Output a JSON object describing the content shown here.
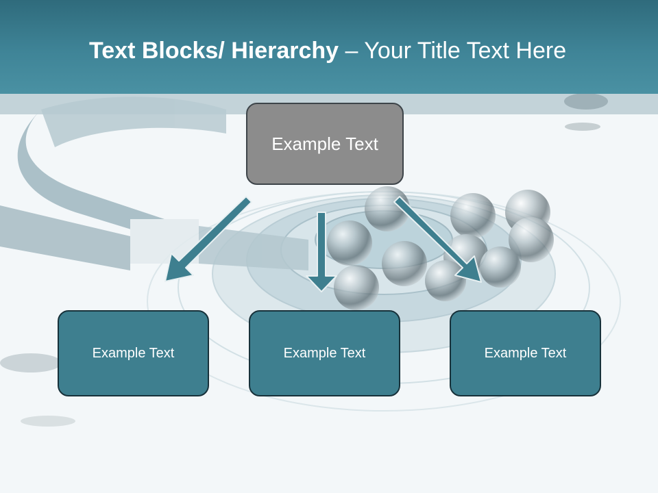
{
  "slide": {
    "title_bold": "Text Blocks/ Hierarchy",
    "title_rest": " – Your Title Text Here"
  },
  "hierarchy": {
    "root": {
      "label": "Example Text"
    },
    "children": [
      {
        "label": "Example Text"
      },
      {
        "label": "Example Text"
      },
      {
        "label": "Example Text"
      }
    ]
  },
  "colors": {
    "header": "#3f8497",
    "root_fill": "#8c8c8c",
    "child_fill": "#3e7f8f",
    "arrow": "#3e7f8f"
  }
}
